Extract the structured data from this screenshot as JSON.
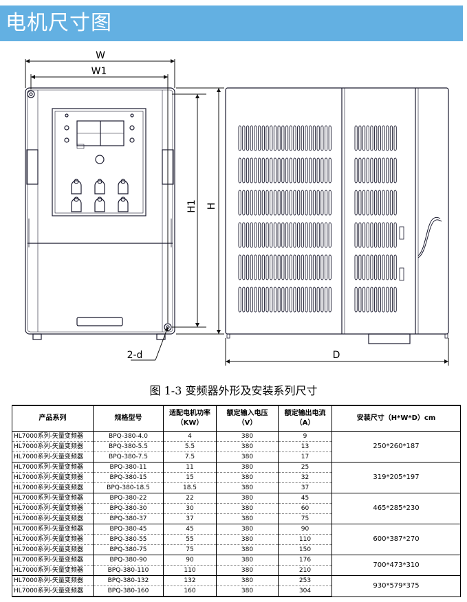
{
  "page": {
    "title": "电机尺寸图"
  },
  "figure": {
    "caption": "图 1-3 变频器外形及安装系列尺寸",
    "dims": {
      "w": "W",
      "w1": "W1",
      "h1": "H1",
      "h": "H",
      "d": "D",
      "hole": "2-d"
    }
  },
  "table": {
    "headers": [
      "产品系列",
      "规格型号",
      "适配电机功率\n（KW）",
      "额定输入电压\n（V）",
      "额定输出电流\n（A）",
      "安装尺寸（H*W*D）cm"
    ],
    "rows": [
      {
        "series": "HL7000系列-矢量变频器",
        "model": "BPQ-380-4.0",
        "power": "4",
        "voltage": "380",
        "current": "9"
      },
      {
        "series": "HL7000系列-矢量变频器",
        "model": "BPQ-380-5.5",
        "power": "5.5",
        "voltage": "380",
        "current": "13"
      },
      {
        "series": "HL7000系列-矢量变频器",
        "model": "BPQ-380-7.5",
        "power": "7.5",
        "voltage": "380",
        "current": "17"
      },
      {
        "series": "HL7000系列-矢量变频器",
        "model": "BPQ-380-11",
        "power": "11",
        "voltage": "380",
        "current": "25"
      },
      {
        "series": "HL7000系列-矢量变频器",
        "model": "BPQ-380-15",
        "power": "15",
        "voltage": "380",
        "current": "32"
      },
      {
        "series": "HL7000系列-矢量变频器",
        "model": "BPQ-380-18.5",
        "power": "18.5",
        "voltage": "380",
        "current": "37"
      },
      {
        "series": "HL7000系列-矢量变频器",
        "model": "BPQ-380-22",
        "power": "22",
        "voltage": "380",
        "current": "45"
      },
      {
        "series": "HL7000系列-矢量变频器",
        "model": "BPQ-380-30",
        "power": "30",
        "voltage": "380",
        "current": "60"
      },
      {
        "series": "HL7000系列-矢量变频器",
        "model": "BPQ-380-37",
        "power": "37",
        "voltage": "380",
        "current": "75"
      },
      {
        "series": "HL7000系列-矢量变频器",
        "model": "BPQ-380-45",
        "power": "45",
        "voltage": "380",
        "current": "90"
      },
      {
        "series": "HL7000系列-矢量变频器",
        "model": "BPQ-380-55",
        "power": "55",
        "voltage": "380",
        "current": "110"
      },
      {
        "series": "HL7000系列-矢量变频器",
        "model": "BPQ-380-75",
        "power": "75",
        "voltage": "380",
        "current": "150"
      },
      {
        "series": "HL7000系列-矢量变频器",
        "model": "BPQ-380-90",
        "power": "90",
        "voltage": "380",
        "current": "176"
      },
      {
        "series": "HL7000系列-矢量变频器",
        "model": "BPQ-380-110",
        "power": "110",
        "voltage": "380",
        "current": "210"
      },
      {
        "series": "HL7000系列-矢量变频器",
        "model": "BPQ-380-132",
        "power": "132",
        "voltage": "380",
        "current": "253"
      },
      {
        "series": "HL7000系列-矢量变频器",
        "model": "BPQ-380-160",
        "power": "160",
        "voltage": "380",
        "current": "304"
      }
    ],
    "size_groups": [
      {
        "size": "250*260*187",
        "rowspan": 3
      },
      {
        "size": "319*205*197",
        "rowspan": 3
      },
      {
        "size": "465*285*230",
        "rowspan": 3
      },
      {
        "size": "600*387*270",
        "rowspan": 3
      },
      {
        "size": "700*473*310",
        "rowspan": 2
      },
      {
        "size": "930*579*375",
        "rowspan": 2
      }
    ]
  },
  "colors": {
    "header_bg": "#63b0e2",
    "header_text": "#ffffff",
    "line": "#1a1a2e"
  }
}
